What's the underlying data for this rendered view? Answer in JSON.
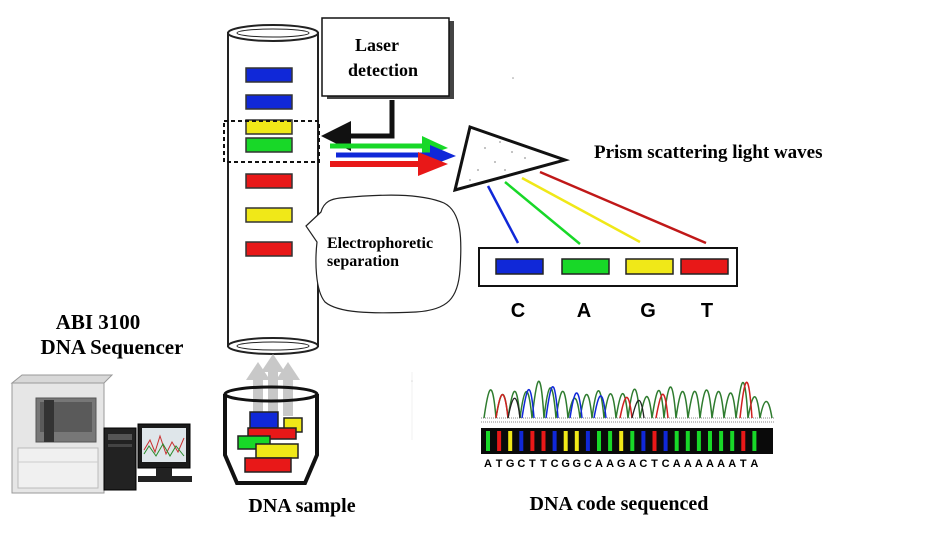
{
  "labels": {
    "laser_line1": "Laser",
    "laser_line2": "detection",
    "prism": "Prism scattering light waves",
    "electro_line1": "Electrophoretic",
    "electro_line2": "separation",
    "device_line1": "ABI 3100",
    "device_line2": "DNA Sequencer",
    "sample": "DNA sample",
    "sequenced": "DNA code sequenced",
    "sequence": "ATGCTTCGGCAAGACTCAAAAAATA"
  },
  "bases": [
    {
      "letter": "C",
      "color": "#1028d8"
    },
    {
      "letter": "A",
      "color": "#18d828"
    },
    {
      "letter": "G",
      "color": "#f0e818"
    },
    {
      "letter": "T",
      "color": "#e81818"
    }
  ],
  "capillary_bands": [
    "#1028d8",
    "#1028d8",
    "#f0e818",
    "#18d828",
    "#e81818",
    "#f0e818",
    "#e81818"
  ],
  "colors": {
    "blue": "#1028d8",
    "green": "#18d828",
    "yellow": "#f0e818",
    "red": "#e81818",
    "band_outline": "#333333"
  }
}
